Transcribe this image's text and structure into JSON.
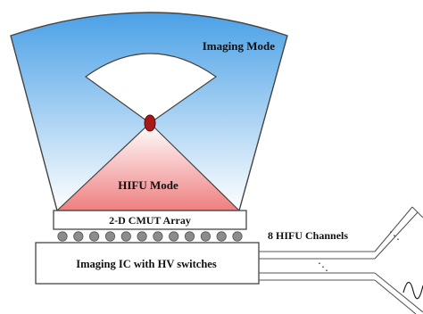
{
  "labels": {
    "imaging_mode": "Imaging Mode",
    "hifu_mode": "HIFU Mode",
    "cmut_array": "2-D CMUT Array",
    "hifu_channels": "8 HIFU Channels",
    "imaging_ic": "Imaging IC with HV switches"
  },
  "ellipsis_glyph": "⋱",
  "colors": {
    "imaging_gradient_top": "#4aa0e6",
    "imaging_gradient_bottom": "#ffffff",
    "hifu_gradient_top": "#ffffff",
    "hifu_gradient_bottom": "#ee7f80",
    "focus_spot": "#a81818",
    "outline": "#444444",
    "bump": "#8c8c8c"
  },
  "bump_count": 12,
  "icons": [
    "focus-spot",
    "solder-bumps",
    "signal-waveform-icon"
  ]
}
